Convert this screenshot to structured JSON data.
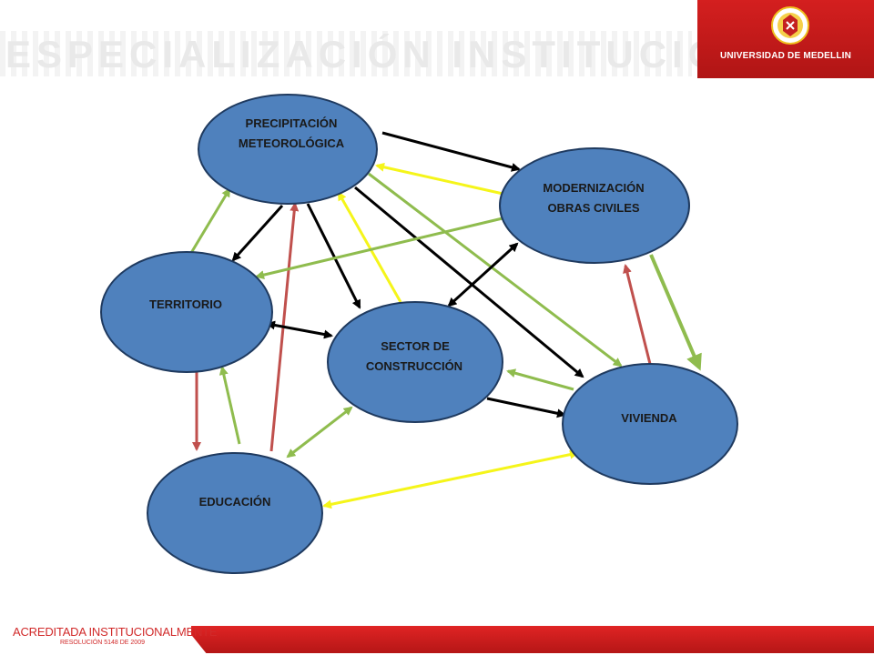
{
  "header": {
    "banner_text": "ESPECIALIZACIÓN INSTITUCIONAL",
    "university": "UNIVERSIDAD DE MEDELLIN",
    "brand_color": "#c41a1a"
  },
  "diagram": {
    "nodes": [
      {
        "id": "precipitacion",
        "lines": [
          "PRECIPITACIÓN",
          "METEOROLÓGICA"
        ]
      },
      {
        "id": "modernizacion",
        "lines": [
          "MODERNIZACIÓN",
          "OBRAS CIVILES"
        ]
      },
      {
        "id": "territorio",
        "lines": [
          "TERRITORIO"
        ]
      },
      {
        "id": "sector",
        "lines": [
          "SECTOR DE",
          "CONSTRUCCIÓN"
        ]
      },
      {
        "id": "vivienda",
        "lines": [
          "VIVIENDA"
        ]
      },
      {
        "id": "educacion",
        "lines": [
          "EDUCACIÓN"
        ]
      }
    ],
    "edges": [
      {
        "from": "precipitacion",
        "to": "modernizacion",
        "color": "black"
      },
      {
        "from": "precipitacion",
        "to": "territorio",
        "color": "black"
      },
      {
        "from": "precipitacion",
        "to": "sector",
        "color": "black"
      },
      {
        "from": "precipitacion",
        "to": "vivienda",
        "color": "black"
      },
      {
        "from": "precipitacion",
        "to": "vivienda",
        "color": "green"
      },
      {
        "from": "modernizacion",
        "to": "precipitacion",
        "color": "yellow"
      },
      {
        "from": "sector",
        "to": "precipitacion",
        "color": "yellow"
      },
      {
        "from": "territorio",
        "to": "precipitacion",
        "color": "green"
      },
      {
        "from": "educacion",
        "to": "precipitacion",
        "color": "red"
      },
      {
        "from": "modernizacion",
        "to": "territorio",
        "color": "green"
      },
      {
        "from": "modernizacion",
        "to": "vivienda",
        "color": "green"
      },
      {
        "from": "sector",
        "to": "modernizacion",
        "color": "black",
        "both": true
      },
      {
        "from": "territorio",
        "to": "sector",
        "color": "black",
        "both": true
      },
      {
        "from": "sector",
        "to": "vivienda",
        "color": "black"
      },
      {
        "from": "vivienda",
        "to": "sector",
        "color": "green"
      },
      {
        "from": "vivienda",
        "to": "modernizacion",
        "color": "red"
      },
      {
        "from": "territorio",
        "to": "educacion",
        "color": "red"
      },
      {
        "from": "educacion",
        "to": "territorio",
        "color": "green"
      },
      {
        "from": "sector",
        "to": "educacion",
        "color": "green",
        "both": true
      },
      {
        "from": "vivienda",
        "to": "educacion",
        "color": "yellow",
        "both": true
      }
    ],
    "colors": {
      "node_fill": "#4f81bd",
      "node_stroke": "#1f3a5f",
      "black": "#000000",
      "green": "#8fbc4e",
      "yellow": "#f5f51a",
      "red": "#c0504d"
    }
  },
  "footer": {
    "accreditation": "ACREDITADA INSTITUCIONALMENTE",
    "resolution": "RESOLUCIÓN 5148 DE 2009"
  }
}
